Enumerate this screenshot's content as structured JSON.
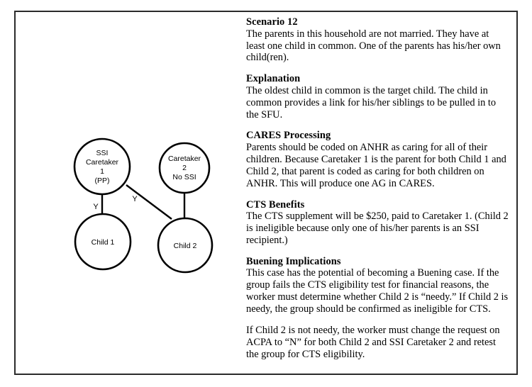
{
  "document": {
    "title": "Scenario 12",
    "border_color": "#2b2b2b"
  },
  "diagram": {
    "name": "family-relationship-diagram",
    "nodes": [
      {
        "id": "ssi-caretaker-1",
        "lines": [
          "SSI",
          "Caretaker",
          "1",
          "(PP)"
        ]
      },
      {
        "id": "caretaker-2",
        "lines": [
          "Caretaker",
          "2",
          "No SSI"
        ]
      },
      {
        "id": "child-1",
        "lines": [
          "Child 1"
        ]
      },
      {
        "id": "child-2",
        "lines": [
          "Child 2"
        ]
      }
    ],
    "edges": [
      {
        "from": "ssi-caretaker-1",
        "to": "child-1",
        "label": "Y"
      },
      {
        "from": "ssi-caretaker-1",
        "to": "child-2",
        "label": "Y"
      },
      {
        "from": "caretaker-2",
        "to": "child-2",
        "label": ""
      }
    ]
  },
  "sections": [
    {
      "id": "scenario",
      "heading": "Scenario 12",
      "body": "The parents in this household are not married. They have at least one child in common. One of the parents has his/her own child(ren)."
    },
    {
      "id": "explanation",
      "heading": "Explanation",
      "body": "The oldest child in common is the target child. The child in common provides a link for his/her siblings to be pulled in to the SFU."
    },
    {
      "id": "cares-processing",
      "heading": "CARES Processing",
      "body": "Parents should be coded on ANHR as caring for all of their children. Because Caretaker 1 is the parent for both Child 1 and Child 2, that parent is coded as caring for both children on ANHR. This will produce one AG in CARES."
    },
    {
      "id": "cts-benefits",
      "heading": "CTS Benefits",
      "body": "The CTS supplement will be $250, paid to Caretaker 1. (Child 2 is ineligible because only one of his/her parents is an SSI recipient.)"
    },
    {
      "id": "buening-implications",
      "heading": "Buening Implications",
      "body": "This case has the potential of becoming a Buening case. If the group fails the CTS eligibility test for financial reasons, the worker must determine whether Child 2 is “needy.” If Child 2 is needy, the group should be confirmed as ineligible for CTS.",
      "body2": "If Child 2 is not needy, the worker must change the request on ACPA to “N” for both Child 2 and SSI Caretaker 2 and retest the group for CTS eligibility."
    }
  ]
}
